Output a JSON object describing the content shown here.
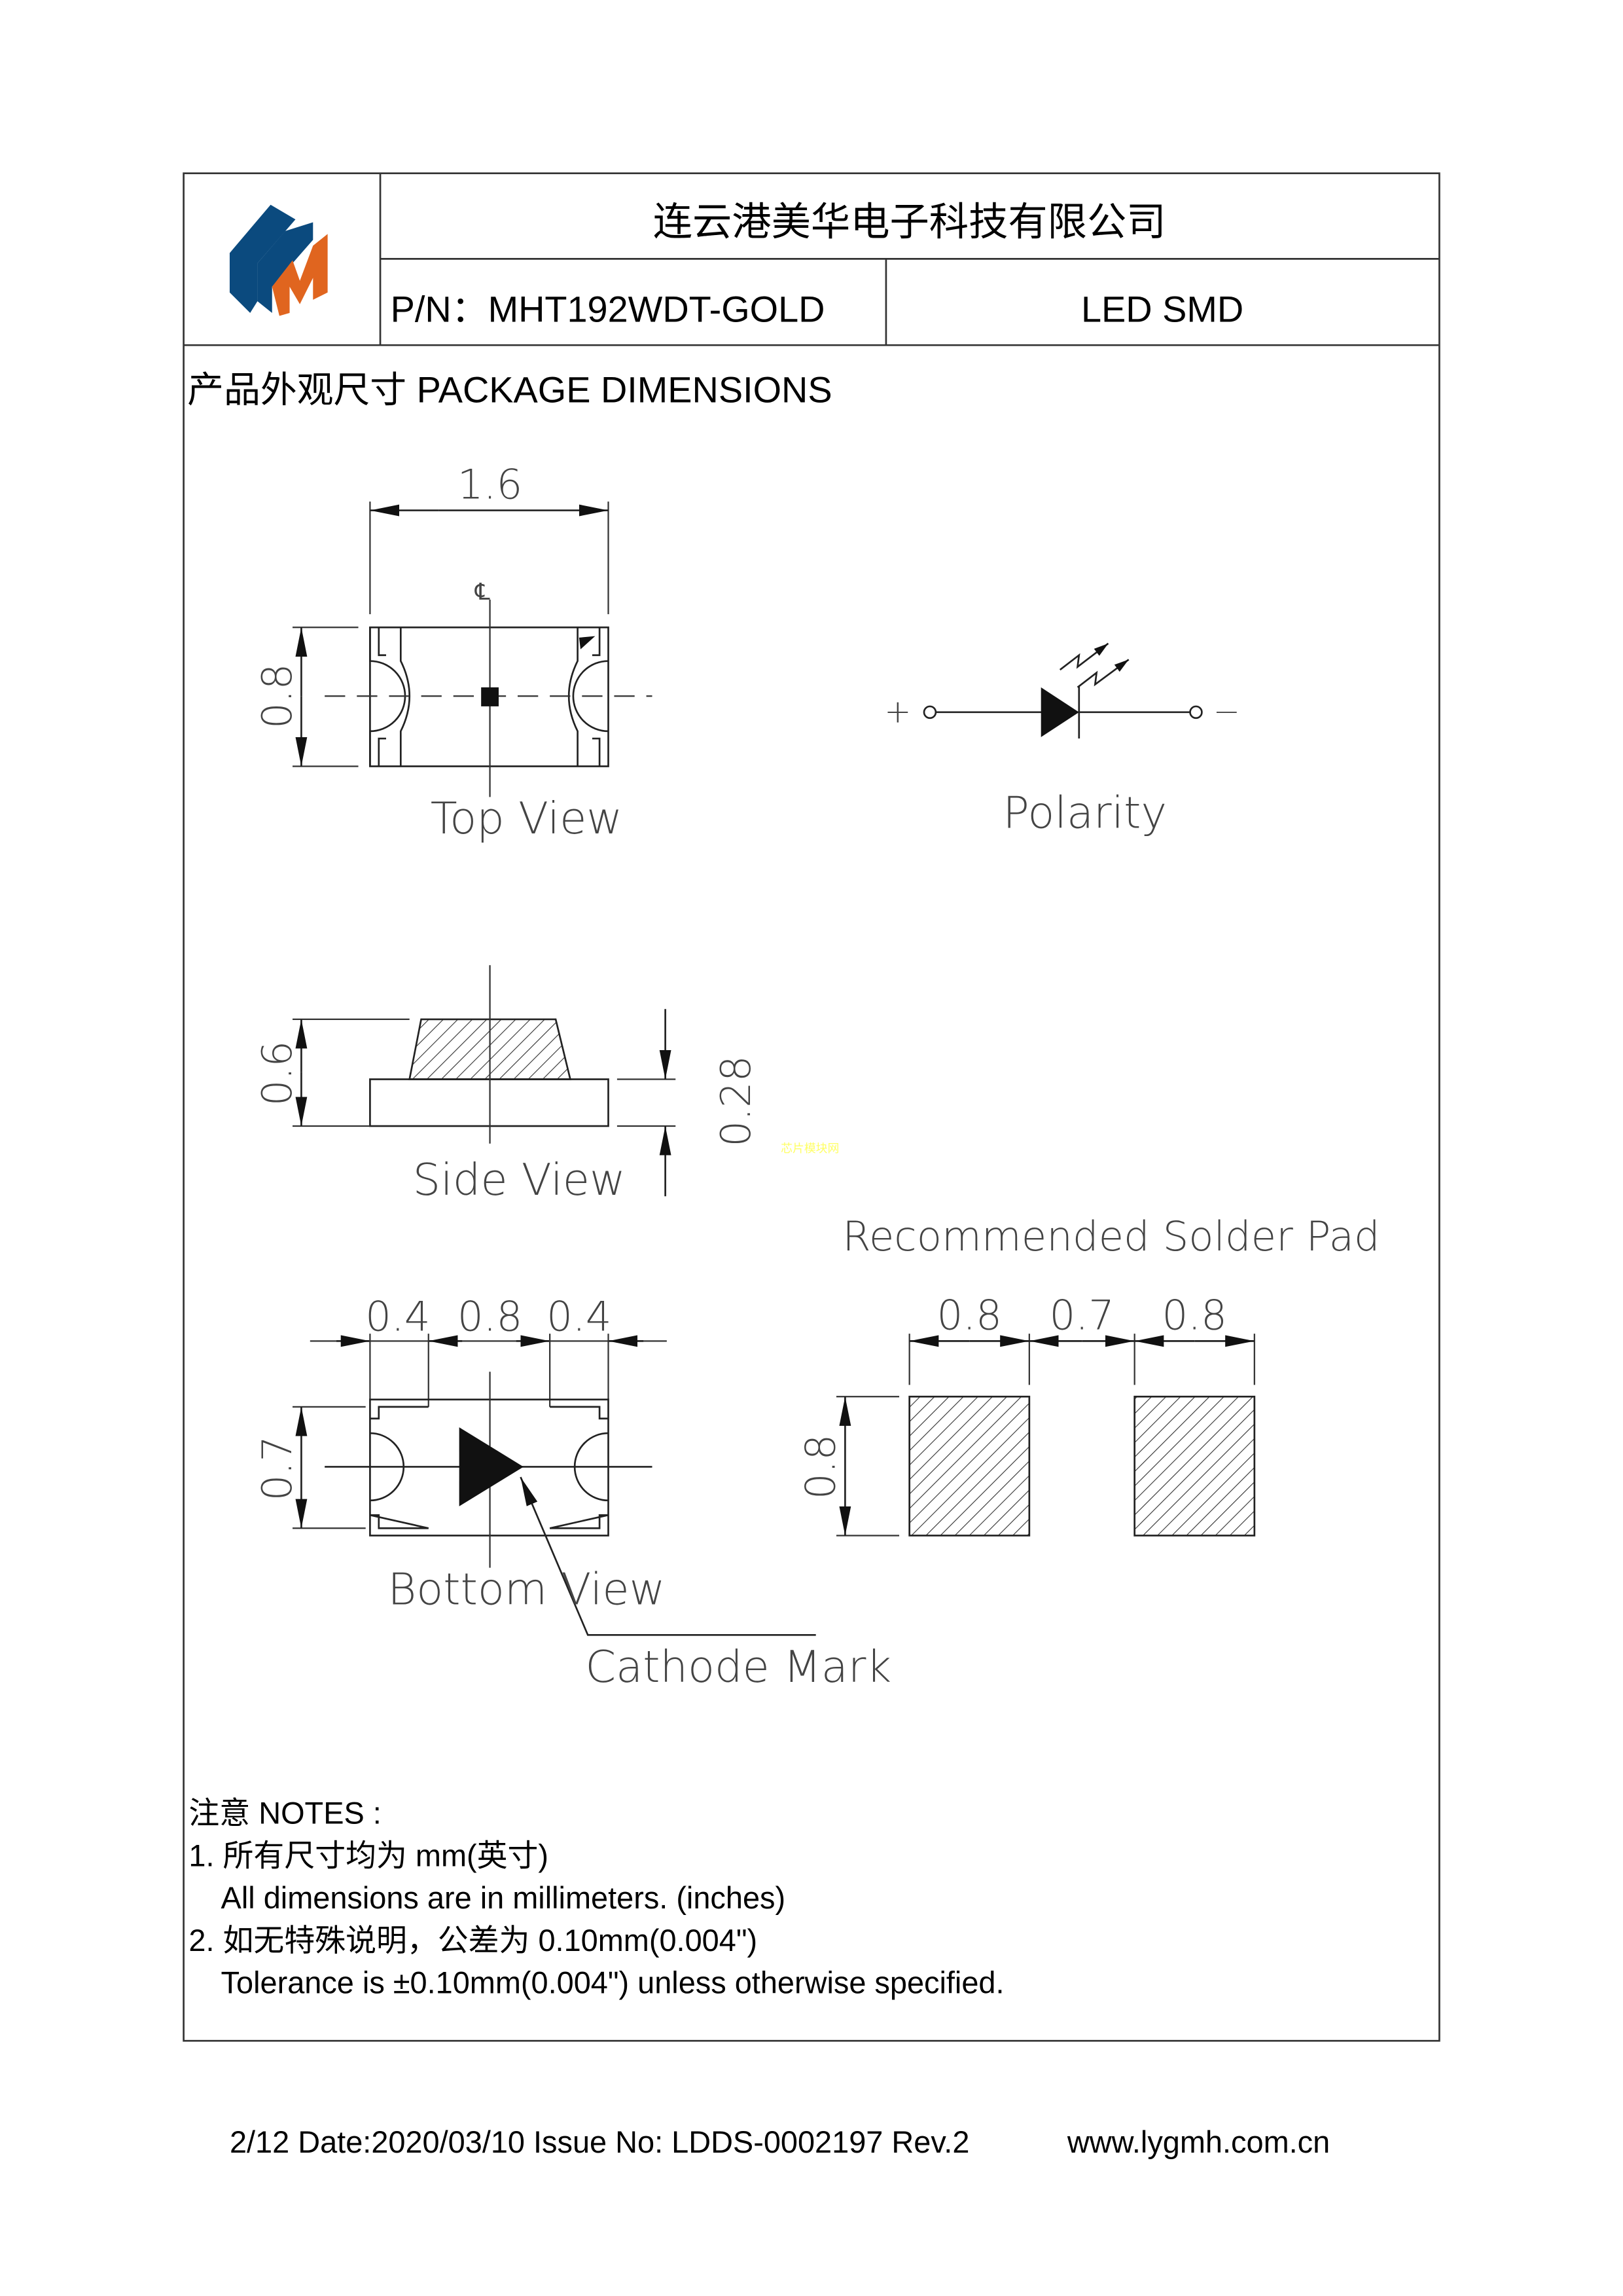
{
  "header": {
    "company_name": "连云港美华电子科技有限公司",
    "part_number": "P/N：MHT192WDT-GOLD",
    "product_type": "LED SMD",
    "logo_text": "MH"
  },
  "section_title": "产品外观尺寸 PACKAGE DIMENSIONS",
  "drawings": {
    "top_view": {
      "label": "Top  View",
      "width_dim": "1.6",
      "height_dim": "0.8"
    },
    "polarity": {
      "label": "Polarity",
      "plus": "+",
      "minus": "−"
    },
    "side_view": {
      "label": "Side  View",
      "height_dim": "0.6",
      "base_dim": "0.28"
    },
    "watermark": "芯片模块网",
    "bottom_view": {
      "label": "Bottom  View",
      "dims": [
        "0.4",
        "0.8",
        "0.4"
      ],
      "height_dim": "0.7",
      "cathode_label": "Cathode  Mark"
    },
    "solder_pad": {
      "label": "Recommended  Solder  Pad",
      "dims": [
        "0.8",
        "0.7",
        "0.8"
      ],
      "height_dim": "0.8"
    }
  },
  "notes": {
    "title": "注意 NOTES :",
    "items": [
      {
        "cn": "1.  所有尺寸均为 mm(英寸)",
        "en": "All dimensions are in millimeters. (inches)"
      },
      {
        "cn": "2.  如无特殊说明，公差为 0.10mm(0.004\")",
        "en": "Tolerance is ±0.10mm(0.004\") unless otherwise specified."
      }
    ]
  },
  "footer": {
    "issue_info": "2/12 Date:2020/03/10 Issue No: LDDS-0002197 Rev.2",
    "website": "www.lygmh.com.cn"
  },
  "colors": {
    "logo_blue": "#0b4a7e",
    "logo_orange": "#e0651f",
    "watermark": "#ffff66"
  }
}
